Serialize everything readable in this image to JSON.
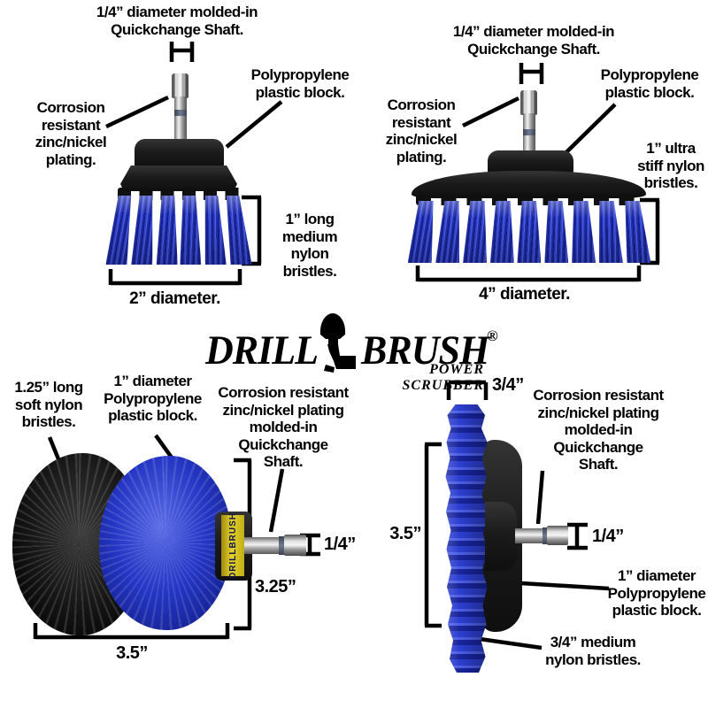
{
  "logo": {
    "word1": "DRILL",
    "word2": "BRUSH",
    "reg": "®",
    "tagline": "POWER SCRUBBER"
  },
  "tl": {
    "shaft_label": "1/4” diameter molded-in\nQuickchange Shaft.",
    "block_label": "Polypropylene\nplastic block.",
    "plating_label": "Corrosion\nresistant\nzinc/nickel\nplating.",
    "bristle_label": "1” long\nmedium\nnylon bristles.",
    "diameter_label": "2” diameter."
  },
  "tr": {
    "shaft_label": "1/4” diameter molded-in\nQuickchange Shaft.",
    "block_label": "Polypropylene\nplastic block.",
    "plating_label": "Corrosion\nresistant\nzinc/nickel\nplating.",
    "bristle_label": "1” ultra\nstiff nylon\nbristles.",
    "diameter_label": "4” diameter."
  },
  "bl": {
    "bristle_label": "1.25” long\nsoft nylon\nbristles.",
    "block_label": "1” diameter\nPolypropylene\nplastic block.",
    "shaft_label": "Corrosion resistant\nzinc/nickel plating\nmolded-in\nQuickchange\nShaft.",
    "shaft_dim": "1/4”",
    "length_dim": "3.25”",
    "diameter_dim": "3.5”",
    "collar_text": "DRILLBRUSH"
  },
  "br": {
    "thickness_dim": "3/4”",
    "shaft_label": "Corrosion resistant\nzinc/nickel plating\nmolded-in\nQuickchange\nShaft.",
    "diameter_dim": "3.5”",
    "shaft_dim": "1/4”",
    "block_label": "1” diameter\nPolypropylene\nplastic block.",
    "bristle_label": "3/4” medium\nnylon bristles."
  },
  "colors": {
    "bristle_blue": "#3448d4",
    "bristle_black": "#141414",
    "block_black": "#1b1b1b",
    "collar_yellow": "#e4d22c",
    "shaft_silver": "#c9c9c9",
    "annotation_black": "#000000"
  }
}
